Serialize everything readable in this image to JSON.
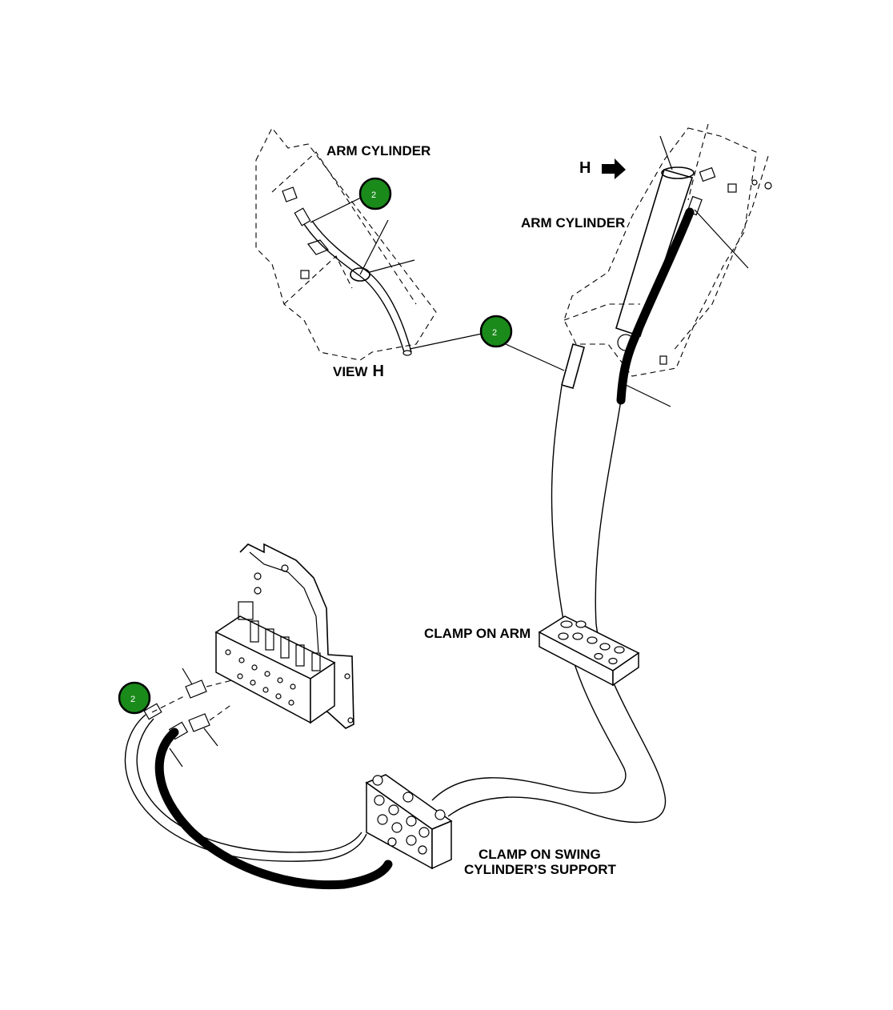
{
  "labels": {
    "arm_cylinder_detail": "ARM CYLINDER",
    "arm_cylinder_main": "ARM CYLINDER",
    "view_h_prefix": "VIEW",
    "view_h_letter": "H",
    "h_marker": "H",
    "clamp_on_arm": "CLAMP ON ARM",
    "clamp_on_swing_line1": "CLAMP ON SWING",
    "clamp_on_swing_line2": "CYLINDER’S SUPPORT"
  },
  "callouts": [
    {
      "number": "2",
      "color": "#1a8a1a"
    },
    {
      "number": "2",
      "color": "#1a8a1a"
    },
    {
      "number": "2",
      "color": "#1a8a1a"
    }
  ],
  "colors": {
    "line": "#000000",
    "background": "#ffffff",
    "callout_fill": "#1a8a1a",
    "callout_ring": "#000000"
  }
}
